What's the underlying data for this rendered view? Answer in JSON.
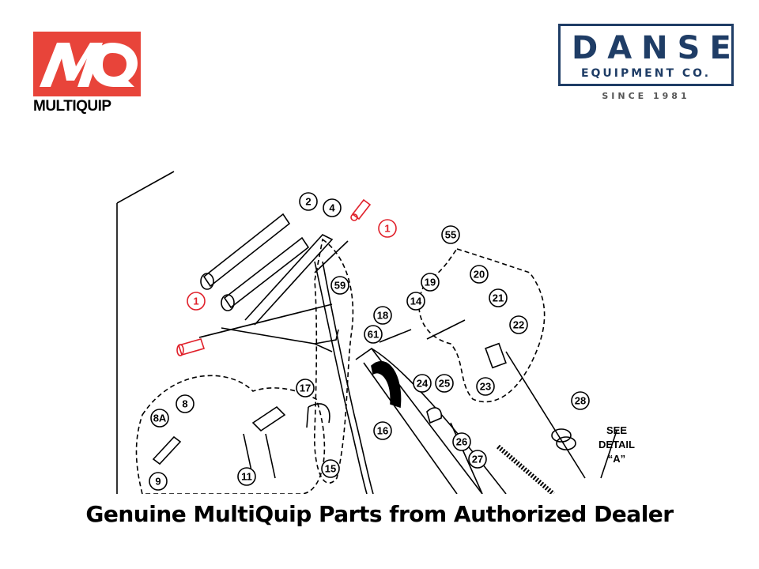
{
  "brand_left": {
    "mark_text": "MQ",
    "wordmark": "MULTIQUIP"
  },
  "brand_right": {
    "title": "DANSE",
    "subtitle": "EQUIPMENT CO.",
    "since": "SINCE 1981",
    "color": "#1f3d66"
  },
  "caption": "Genuine MultiQuip Parts from Authorized Dealer",
  "diagram": {
    "callouts": [
      "1",
      "1",
      "2",
      "4",
      "59",
      "55",
      "19",
      "20",
      "14",
      "21",
      "22",
      "18",
      "61",
      "23",
      "17",
      "24",
      "25",
      "8",
      "8A",
      "16",
      "26",
      "28",
      "27",
      "15",
      "9",
      "11"
    ],
    "note": [
      "SEE",
      "DETAIL",
      "“A”"
    ],
    "highlight_color": "#e0202a"
  }
}
